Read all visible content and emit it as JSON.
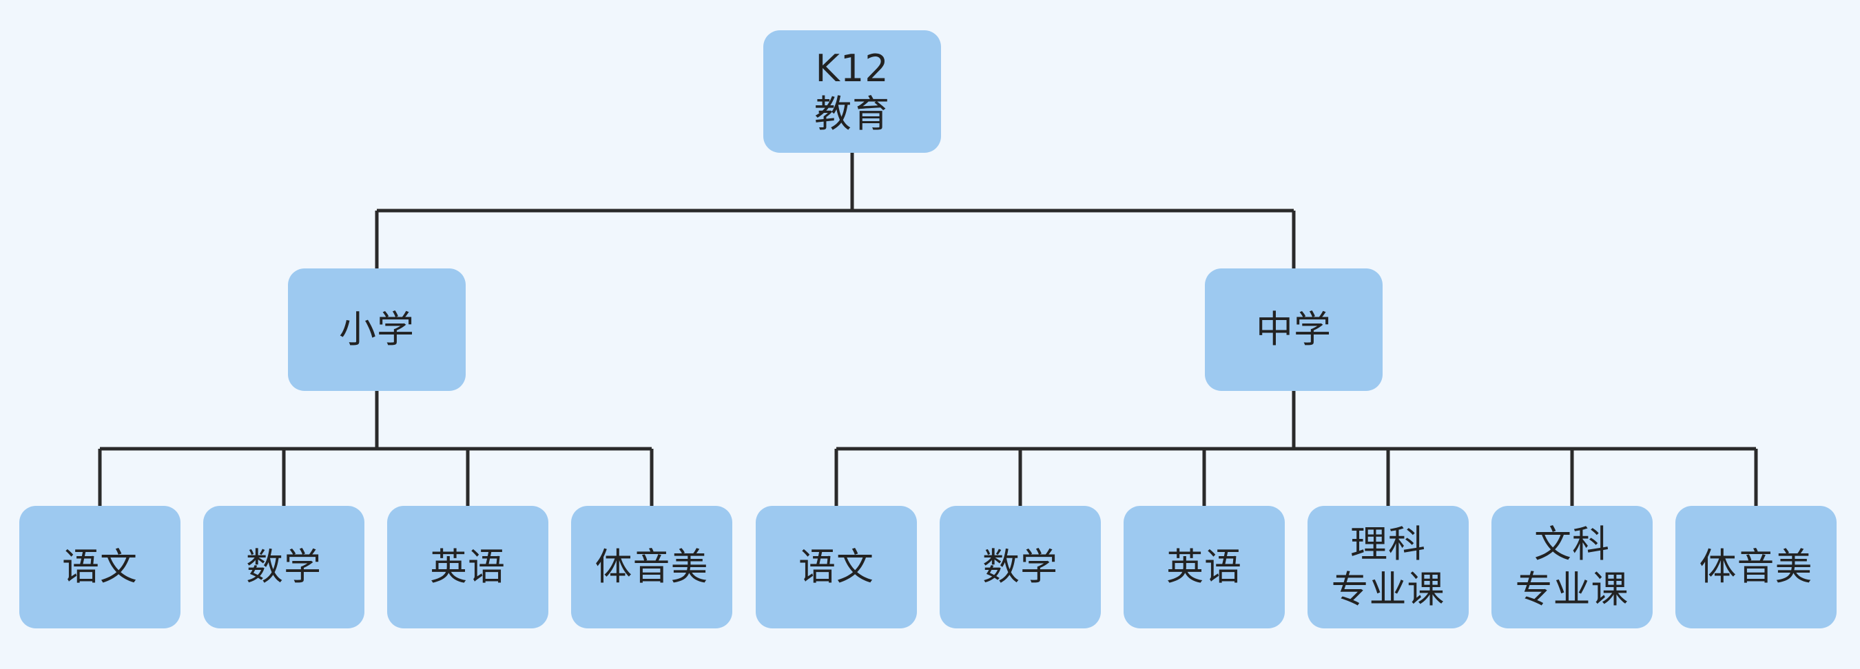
{
  "root": {
    "line1": "K12",
    "line2": "教育"
  },
  "branches": [
    {
      "label": "小学",
      "children": [
        {
          "line1": "语文"
        },
        {
          "line1": "数学"
        },
        {
          "line1": "英语"
        },
        {
          "line1": "体音美"
        }
      ]
    },
    {
      "label": "中学",
      "children": [
        {
          "line1": "语文"
        },
        {
          "line1": "数学"
        },
        {
          "line1": "英语"
        },
        {
          "line1": "理科",
          "line2": "专业课"
        },
        {
          "line1": "文科",
          "line2": "专业课"
        },
        {
          "line1": "体音美"
        }
      ]
    }
  ],
  "colors": {
    "background": "#f1f7fd",
    "node_fill": "#9dc9f0",
    "connector": "#2a2a2a",
    "text": "#222222"
  }
}
